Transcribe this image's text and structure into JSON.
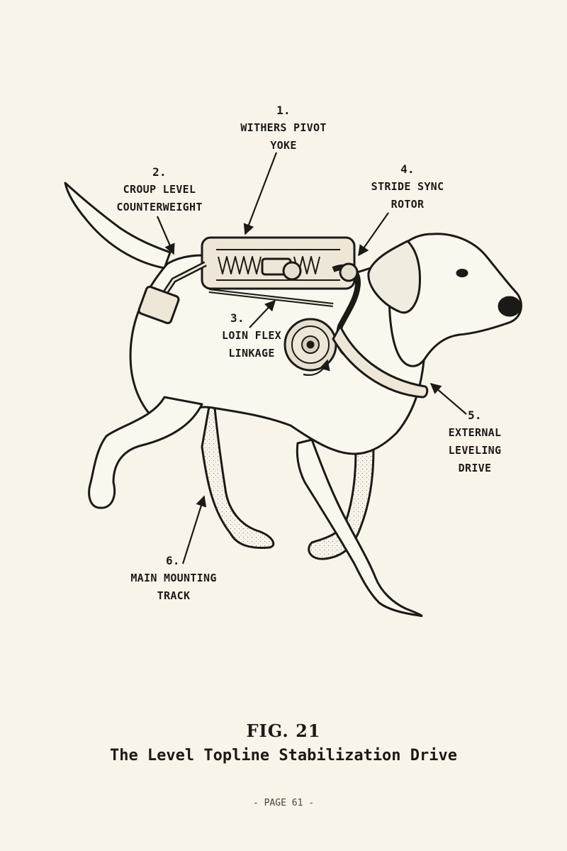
{
  "callouts": [
    {
      "id": "1",
      "number": "1.",
      "lines": [
        "WITHERS PIVOT",
        "YOKE"
      ]
    },
    {
      "id": "2",
      "number": "2.",
      "lines": [
        "CROUP LEVEL",
        "COUNTERWEIGHT"
      ]
    },
    {
      "id": "3",
      "number": "3.",
      "lines": [
        "LOIN FLEX",
        "LINKAGE"
      ]
    },
    {
      "id": "4",
      "number": "4.",
      "lines": [
        "STRIDE SYNC",
        "ROTOR"
      ]
    },
    {
      "id": "5",
      "number": "5.",
      "lines": [
        "EXTERNAL",
        "LEVELING",
        "DRIVE"
      ]
    },
    {
      "id": "6",
      "number": "6.",
      "lines": [
        "MAIN MOUNTING",
        "TRACK"
      ]
    }
  ],
  "figure": {
    "number": "FIG. 21",
    "title": "The Level Topline Stabilization Drive"
  },
  "footer": "- PAGE 61 -",
  "colors": {
    "paper": "#f8f4ea",
    "ink": "#1c1a17"
  }
}
